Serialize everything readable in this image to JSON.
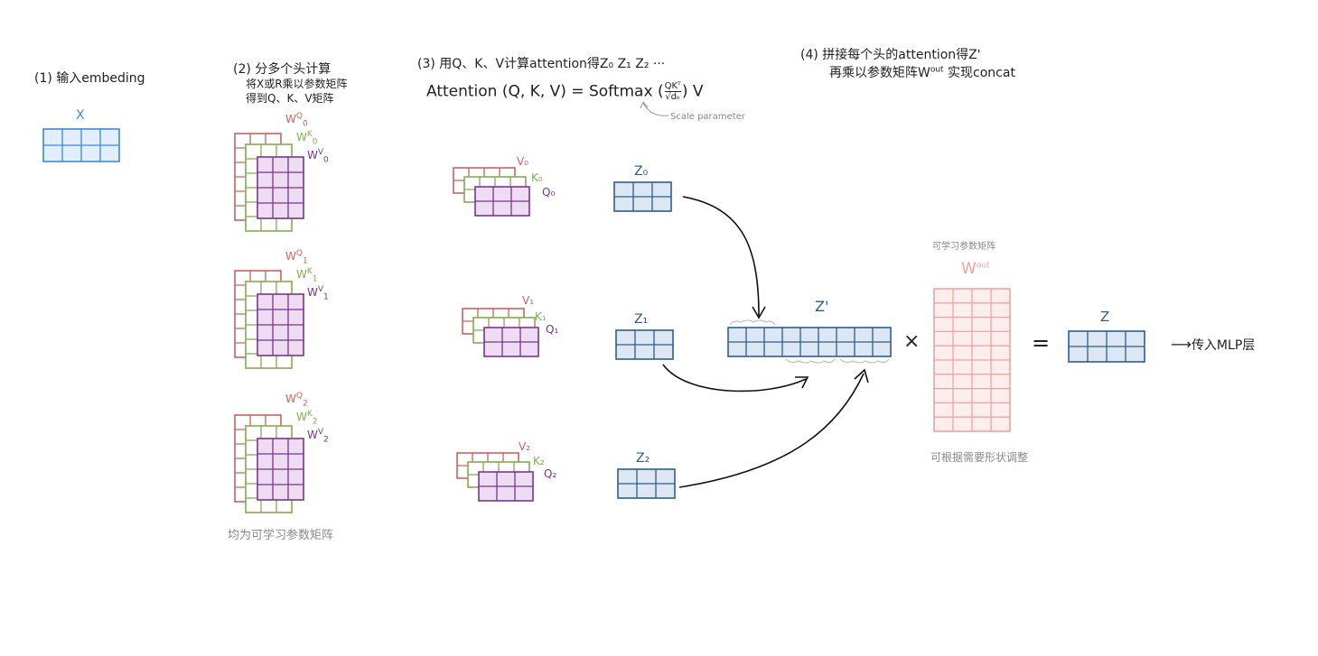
{
  "step1": {
    "title": "(1) 输入embeding",
    "x_label": "X"
  },
  "step2": {
    "title": "(2) 分多个头计算",
    "line1": "将X或R乘以参数矩阵",
    "line2": "得到Q、K、V矩阵",
    "heads": [
      {
        "wq": "W",
        "wq_sup": "Q",
        "wq_sub": "0",
        "wk": "W",
        "wk_sup": "K",
        "wk_sub": "0",
        "wv": "W",
        "wv_sup": "V",
        "wv_sub": "0"
      },
      {
        "wq": "W",
        "wq_sup": "Q",
        "wq_sub": "1",
        "wk": "W",
        "wk_sup": "K",
        "wk_sub": "1",
        "wv": "W",
        "wv_sup": "V",
        "wv_sub": "1"
      },
      {
        "wq": "W",
        "wq_sup": "Q",
        "wq_sub": "2",
        "wk": "W",
        "wk_sup": "K",
        "wk_sub": "2",
        "wv": "W",
        "wv_sup": "V",
        "wv_sub": "2"
      }
    ],
    "note": "均为可学习参数矩阵"
  },
  "step3": {
    "title": "(3) 用Q、K、V计算attention得Z₀ Z₁ Z₂ ···",
    "formula_left": "Attention (Q, K, V) = Softmax (",
    "formula_num": "QKᵀ",
    "formula_den": "√dₖ",
    "formula_right": ") V",
    "scale_note": "Scale parameter",
    "heads": [
      {
        "v": "V₀",
        "k": "K₀",
        "q": "Q₀",
        "z": "Z₀"
      },
      {
        "v": "V₁",
        "k": "K₁",
        "q": "Q₁",
        "z": "Z₁"
      },
      {
        "v": "V₂",
        "k": "K₂",
        "q": "Q₂",
        "z": "Z₂"
      }
    ]
  },
  "step4": {
    "title": "(4) 拼接每个头的attention得Z'",
    "line2_prefix": "再乘以参数矩阵W",
    "line2_sup": "out",
    "line2_suffix": " 实现concat",
    "zprime": "Z'",
    "wout_top_note": "可学习参数矩阵",
    "wout_label": "W",
    "wout_sup": "out",
    "wout_bottom_note": "可根据需要形状调整",
    "times": "×",
    "equals": "=",
    "z": "Z",
    "output": "传入MLP层"
  },
  "colors": {
    "blue_stroke": "#2d5f8f",
    "blue_fill": "#dde7f3",
    "x_stroke": "#3d8ad3",
    "x_fill": "#e2eefb",
    "red": "#d0605e",
    "green": "#7fae4a",
    "purple": "#7a3490",
    "purple_fill": "#eedcf3",
    "pink": "#f0a1a1",
    "pink_fill": "#fdeeee"
  }
}
